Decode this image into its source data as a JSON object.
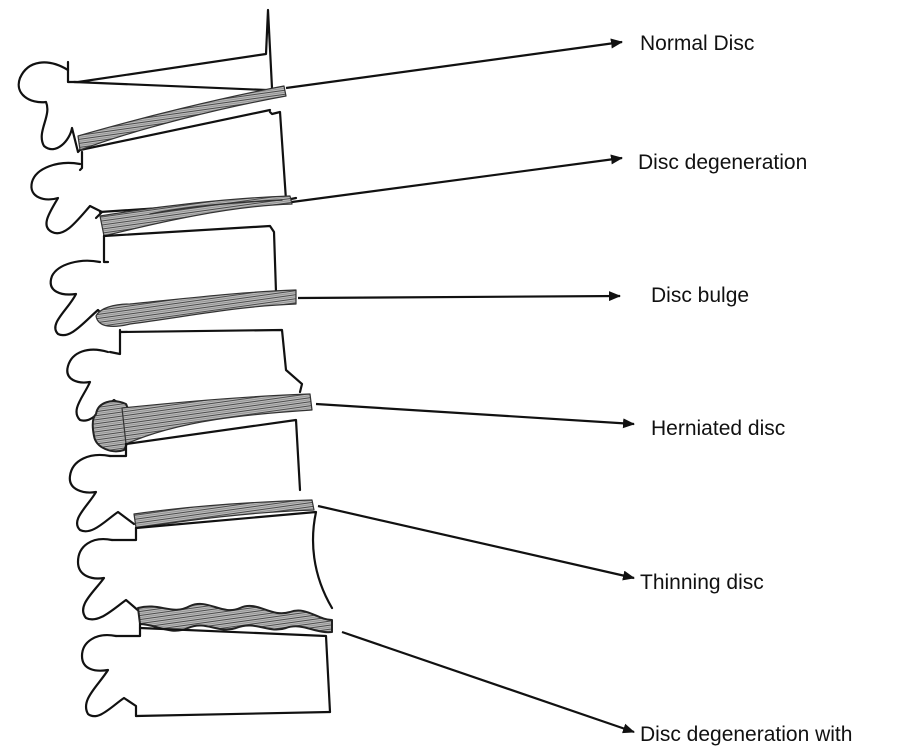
{
  "labels": {
    "normal_disc": "Normal Disc",
    "disc_degeneration": "Disc degeneration",
    "disc_bulge": "Disc bulge",
    "herniated_disc": "Herniated disc",
    "thinning_disc": "Thinning disc",
    "disc_degeneration_with": "Disc degeneration with"
  },
  "colors": {
    "ink": "#111111",
    "shading": "#6b6b6b"
  }
}
